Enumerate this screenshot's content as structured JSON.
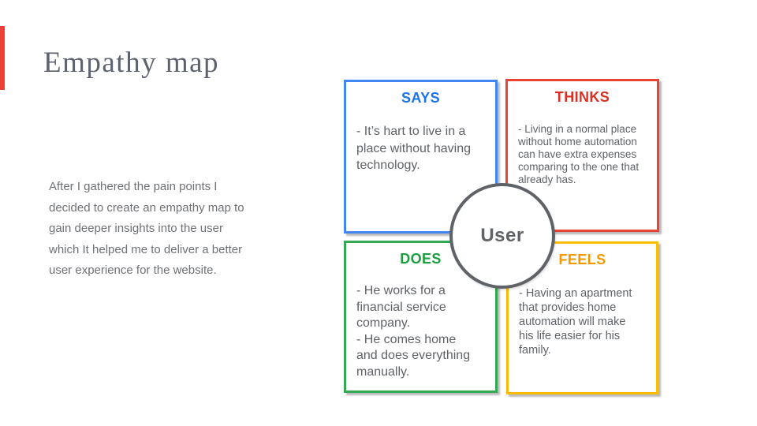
{
  "slide": {
    "title": "Empathy map",
    "description": "After I gathered the pain points I\ndecided to create an empathy map to\ngain deeper insights into the user\nwhich It helped me to deliver a better\nuser experience for the website.",
    "accent_bar_color": "#ee4136",
    "title_color": "#5d6270",
    "body_text_color": "#5f6368"
  },
  "empathy_map": {
    "center_label": "User",
    "center_circle_color": "#5f6368",
    "quadrants": [
      {
        "id": "says",
        "label": "SAYS",
        "text": "- It’s hart to live in a\nplace without having\ntechnology.",
        "border_color": "#4285f4",
        "label_color": "#1a73e8"
      },
      {
        "id": "thinks",
        "label": "THINKS",
        "text": "- Living in a normal place\nwithout home automation\ncan have extra expenses\ncomparing to the one that\nalready has.",
        "border_color": "#ea4335",
        "label_color": "#d93025"
      },
      {
        "id": "does",
        "label": "DOES",
        "text": "- He works for a\nfinancial service\ncompany.\n- He comes home\nand does everything\nmanually.",
        "border_color": "#34a853",
        "label_color": "#1e9e40"
      },
      {
        "id": "feels",
        "label": "FEELS",
        "text": "- Having an apartment\nthat provides home\nautomation will make\nhis life easier for his\nfamily.",
        "border_color": "#fbbc04",
        "label_color": "#f29900"
      }
    ]
  }
}
